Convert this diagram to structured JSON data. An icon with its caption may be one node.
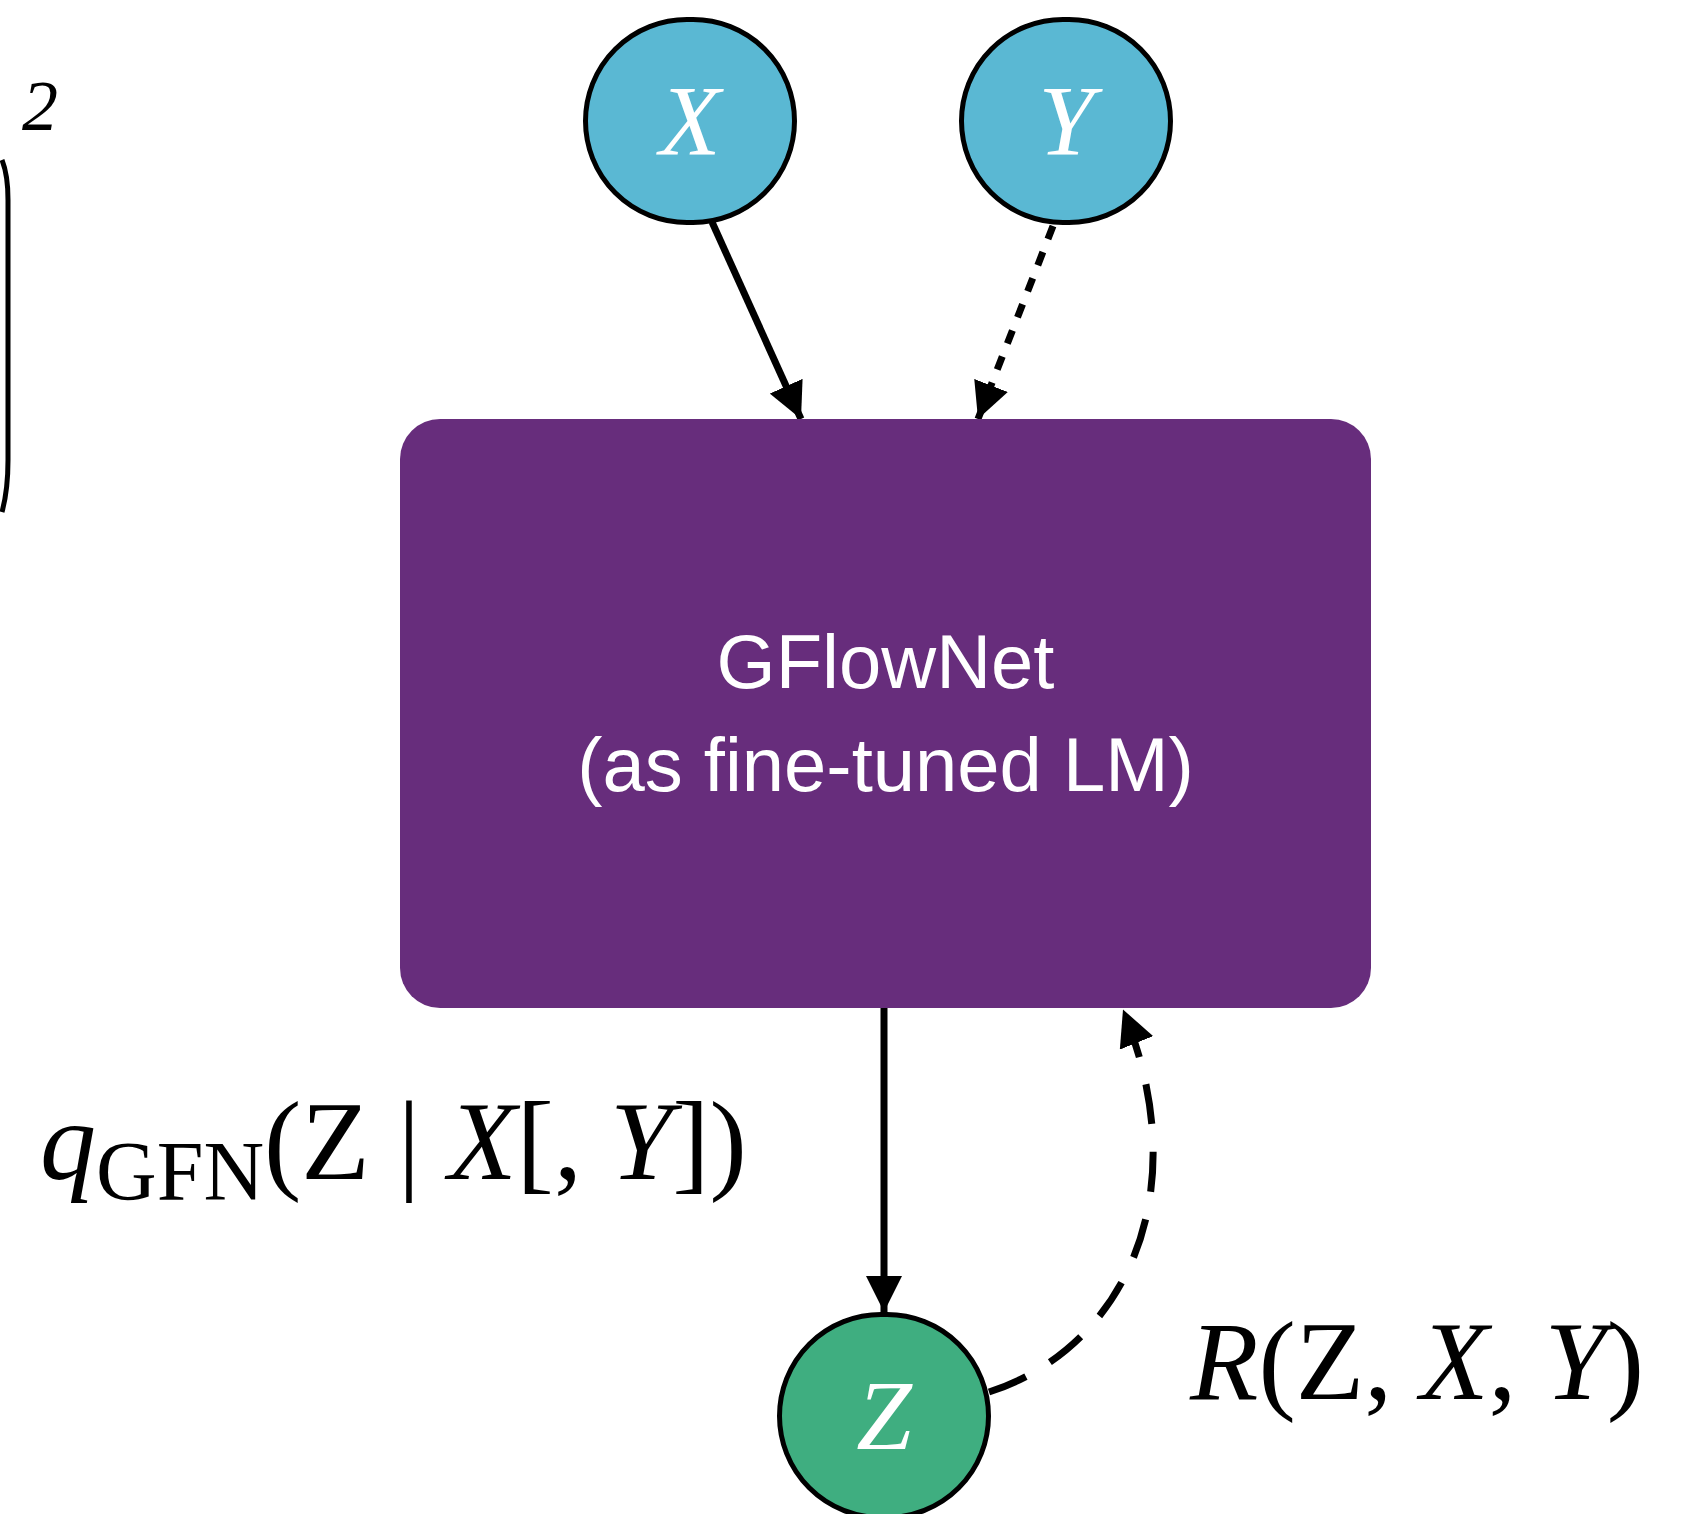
{
  "diagram": {
    "nodes": [
      {
        "text": [
          "X"
        ]
      },
      {
        "text": [
          "Y"
        ]
      },
      {
        "text": [
          "GFlowNet",
          "(as fine-tuned LM)"
        ]
      },
      {
        "text": [
          "Z"
        ]
      }
    ],
    "edges": [
      {
        "from": 0,
        "to": 2,
        "arrow": "to"
      },
      {
        "from": 1,
        "to": 2,
        "arrow": "to",
        "style": "dashed"
      },
      {
        "from": 2,
        "to": 3,
        "arrow": "to",
        "label": "*q*$_{GFN}$(Z | *X*[, *Y*])"
      },
      {
        "from": 3,
        "to": 2,
        "arrow": "to",
        "style": "dashed",
        "label": "*R*(Z, *X*, *Y*)"
      }
    ],
    "labels": [
      "2"
    ]
  }
}
